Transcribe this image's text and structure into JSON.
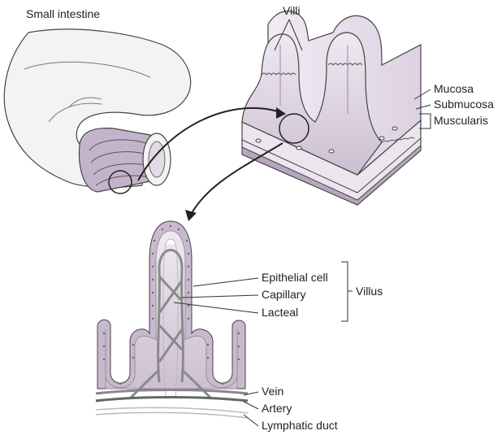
{
  "labels": {
    "small_intestine": "Small intestine",
    "villi": "Villi",
    "mucosa": "Mucosa",
    "submucosa": "Submucosa",
    "muscularis": "Muscularis",
    "epithelial_cell": "Epithelial cell",
    "capillary": "Capillary",
    "lacteal": "Lacteal",
    "villus": "Villus",
    "vein": "Vein",
    "artery": "Artery",
    "lymphatic_duct": "Lymphatic duct"
  },
  "colors": {
    "tissue_fill": "#ece6ee",
    "tissue_dark": "#c9bccd",
    "lumen": "#b8a6c0",
    "intestine_fill": "#f2f2f2",
    "cell_fill": "#c7b6cc",
    "vessel": "#777777",
    "outline": "#333333"
  }
}
